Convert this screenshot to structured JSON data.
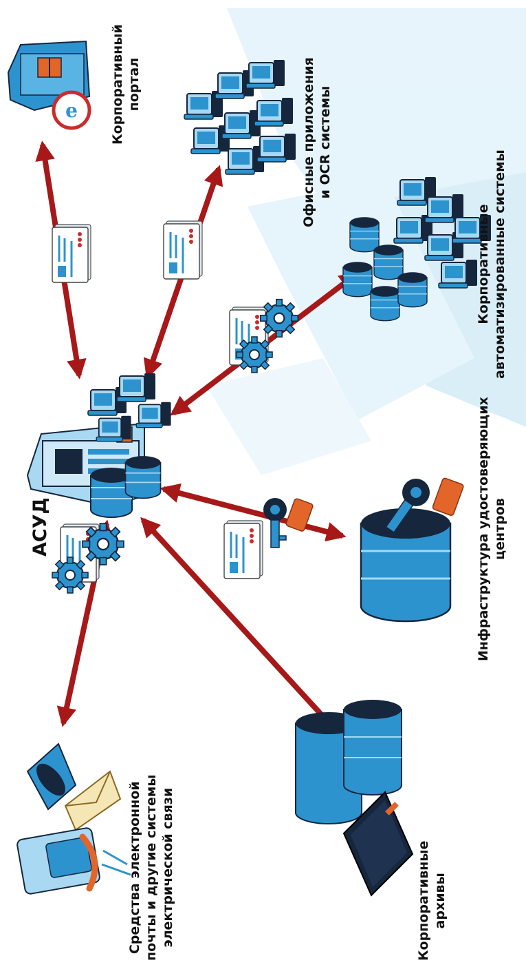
{
  "diagram": {
    "center": {
      "title": "АСУД"
    },
    "nodes": [
      {
        "id": "portal",
        "lines": [
          "Корпоративный",
          "портал"
        ]
      },
      {
        "id": "office",
        "lines": [
          "Офисные приложения",
          "и OCR системы"
        ]
      },
      {
        "id": "automated",
        "lines": [
          "Корпоративные",
          "автоматизированные системы"
        ]
      },
      {
        "id": "ca",
        "lines": [
          "Инфраструктура удостоверяющих",
          "центров"
        ]
      },
      {
        "id": "archives",
        "lines": [
          "Корпоративные",
          "архивы"
        ]
      },
      {
        "id": "email",
        "lines": [
          "Средства электронной",
          "почты и другие системы",
          "электрической связи"
        ]
      }
    ]
  },
  "colors": {
    "arrow": "#a71818",
    "device_blue": "#2c93cf",
    "device_light": "#a8d8f2",
    "device_dark": "#15263d",
    "accent_orange": "#e2652a",
    "background_panels": "#e4f3fb"
  },
  "icons": {
    "center": "server-cluster-icon",
    "portal": "web-server-icon",
    "office": "workstations-icon",
    "automated": "server-farm-icon",
    "ca": "key-database-icon",
    "archives": "archive-database-icon",
    "email": "communications-icon"
  }
}
